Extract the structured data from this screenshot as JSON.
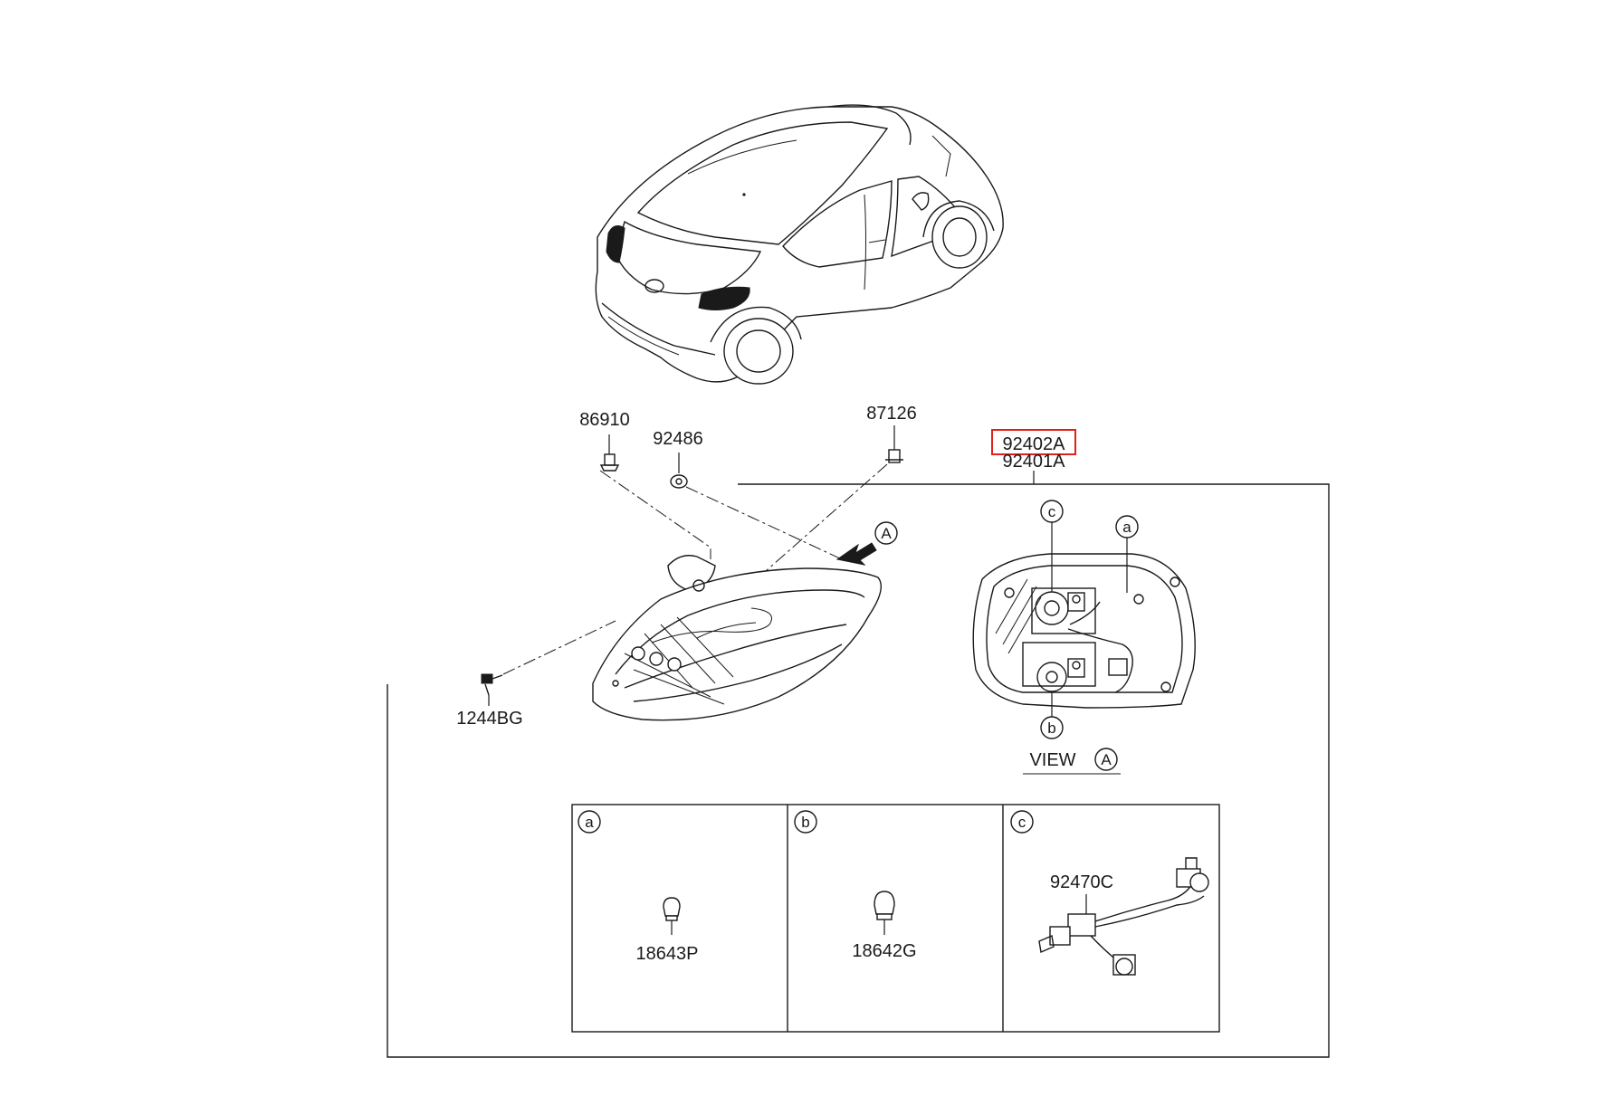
{
  "parts": {
    "p86910": "86910",
    "p92486": "92486",
    "p87126": "87126",
    "p92402A": "92402A",
    "p92401A": "92401A",
    "p1244BG": "1244BG",
    "p18643P": "18643P",
    "p18642G": "18642G",
    "p92470C": "92470C"
  },
  "callouts": {
    "a": "a",
    "b": "b",
    "c": "c",
    "A": "A"
  },
  "view_label": "VIEW",
  "highlight_color": "#e0201b"
}
